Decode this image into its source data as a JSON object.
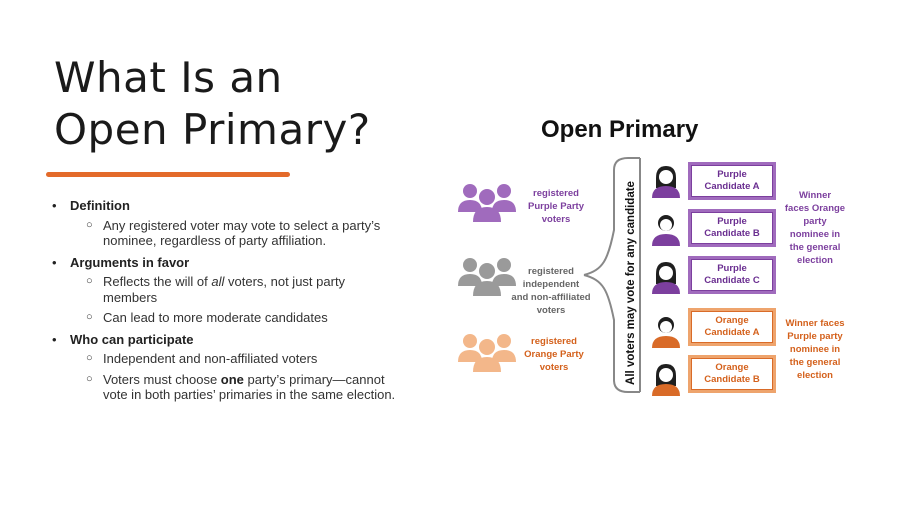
{
  "title": {
    "line1": "What Is an",
    "line2": "Open Primary?"
  },
  "colors": {
    "accent": "#e36a2a",
    "purple": "#7c3f9e",
    "orange": "#d96b28",
    "gray": "#8a8a8a"
  },
  "bullets": [
    {
      "heading": "Definition",
      "subs": [
        "Any registered voter may vote to select a party’s nominee, regardless of party affiliation."
      ]
    },
    {
      "heading": "Arguments in favor",
      "subs_rich": [
        {
          "pre": "Reflects the will of ",
          "em": "all",
          "post": " voters, not just party members"
        }
      ],
      "subs": [
        "Can lead to more moderate candidates"
      ]
    },
    {
      "heading": "Who can participate",
      "subs": [
        "Independent and non-affiliated voters"
      ],
      "subs_bold": [
        {
          "pre": "Voters must choose ",
          "bold": "one",
          "post": " party’s primary—cannot vote in both parties’ primaries in the same election."
        }
      ]
    }
  ],
  "diagram": {
    "title": "Open Primary",
    "vertical_label": "All voters may vote for any candidate",
    "groups": {
      "purple": {
        "line1": "registered",
        "line2": "Purple Party",
        "line3": "voters"
      },
      "gray": {
        "line1": "registered",
        "line2": "independent",
        "line3": "and non-affiliated",
        "line4": "voters"
      },
      "orange": {
        "line1": "registered",
        "line2": "Orange Party",
        "line3": "voters"
      }
    },
    "candidates": [
      {
        "party": "Purple",
        "line1": "Purple",
        "line2": "Candidate A"
      },
      {
        "party": "Purple",
        "line1": "Purple",
        "line2": "Candidate B"
      },
      {
        "party": "Purple",
        "line1": "Purple",
        "line2": "Candidate C"
      },
      {
        "party": "Orange",
        "line1": "Orange",
        "line2": "Candidate A"
      },
      {
        "party": "Orange",
        "line1": "Orange",
        "line2": "Candidate B"
      }
    ],
    "winner_purple": {
      "line1": "Winner",
      "line2": "faces Orange",
      "line3": "party",
      "line4": "nominee in",
      "line5": "the general",
      "line6": "election"
    },
    "winner_orange": {
      "line1": "Winner faces",
      "line2": "Purple party",
      "line3": "nominee in",
      "line4": "the general",
      "line5": "election"
    }
  }
}
